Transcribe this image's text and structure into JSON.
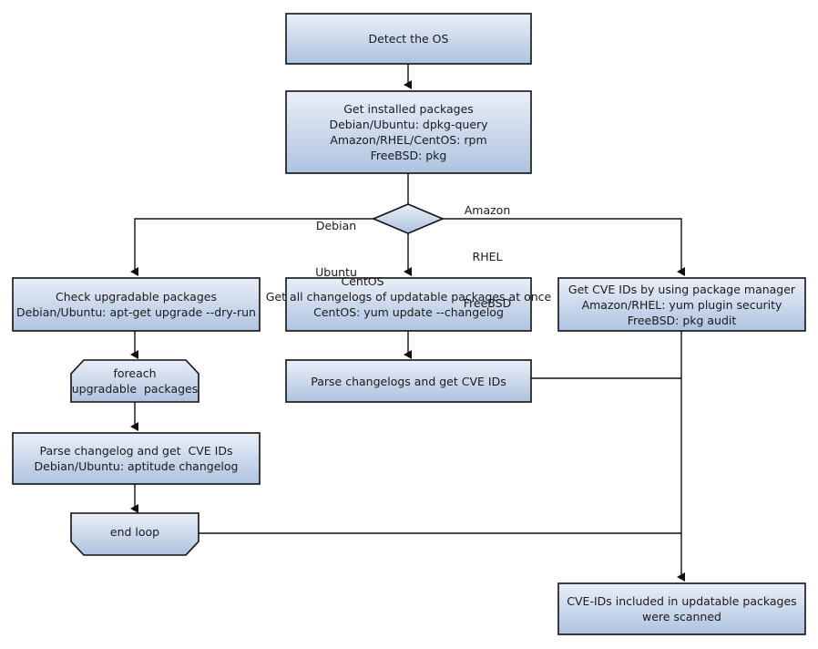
{
  "diagram": {
    "type": "flowchart",
    "title": "OS package CVE scanning flow",
    "background_color": "#ffffff",
    "node_fill_top": "#e8edf7",
    "node_fill_bottom": "#aec3e0",
    "node_stroke": "#1a1a1a",
    "connector_color": "#1a1a1a",
    "nodes": [
      {
        "id": "detect-os",
        "shape": "process",
        "lines": [
          "Detect the OS"
        ]
      },
      {
        "id": "get-installed-packages",
        "shape": "process",
        "lines": [
          "Get installed packages",
          "Debian/Ubuntu: dpkg-query",
          "Amazon/RHEL/CentOS: rpm",
          "FreeBSD: pkg"
        ]
      },
      {
        "id": "os-decision",
        "shape": "decision",
        "lines": [
          ""
        ]
      },
      {
        "id": "check-upgradable",
        "shape": "process",
        "lines": [
          "Check upgradable packages",
          "Debian/Ubuntu: apt-get upgrade --dry-run"
        ]
      },
      {
        "id": "get-all-changelogs",
        "shape": "process",
        "lines": [
          "Get all changelogs of updatable packages at once",
          "CentOS: yum update --changelog"
        ]
      },
      {
        "id": "get-cve-ids-pkg-manager",
        "shape": "process",
        "lines": [
          "Get CVE IDs by using package manager",
          "Amazon/RHEL: yum plugin security",
          "FreeBSD: pkg audit"
        ]
      },
      {
        "id": "foreach-loop-start",
        "shape": "loop-start",
        "lines": [
          "foreach",
          "upgradable  packages"
        ]
      },
      {
        "id": "parse-changelogs-centos",
        "shape": "process",
        "lines": [
          "Parse changelogs and get CVE IDs"
        ]
      },
      {
        "id": "parse-changelog-debian",
        "shape": "process",
        "lines": [
          "Parse changelog and get  CVE IDs",
          "Debian/Ubuntu: aptitude changelog"
        ]
      },
      {
        "id": "end-loop",
        "shape": "loop-end",
        "lines": [
          "end loop"
        ]
      },
      {
        "id": "scanned-result",
        "shape": "process",
        "lines": [
          "CVE-IDs included in updatable packages",
          "were scanned"
        ]
      }
    ],
    "edge_labels": [
      {
        "id": "branch-debian-ubuntu",
        "lines": [
          "Debian",
          "Ubuntu"
        ]
      },
      {
        "id": "branch-amazon-rhel-freebsd",
        "lines": [
          "Amazon",
          "RHEL",
          "FreeBSD"
        ]
      },
      {
        "id": "branch-centos",
        "lines": [
          "CentOS"
        ]
      }
    ]
  }
}
